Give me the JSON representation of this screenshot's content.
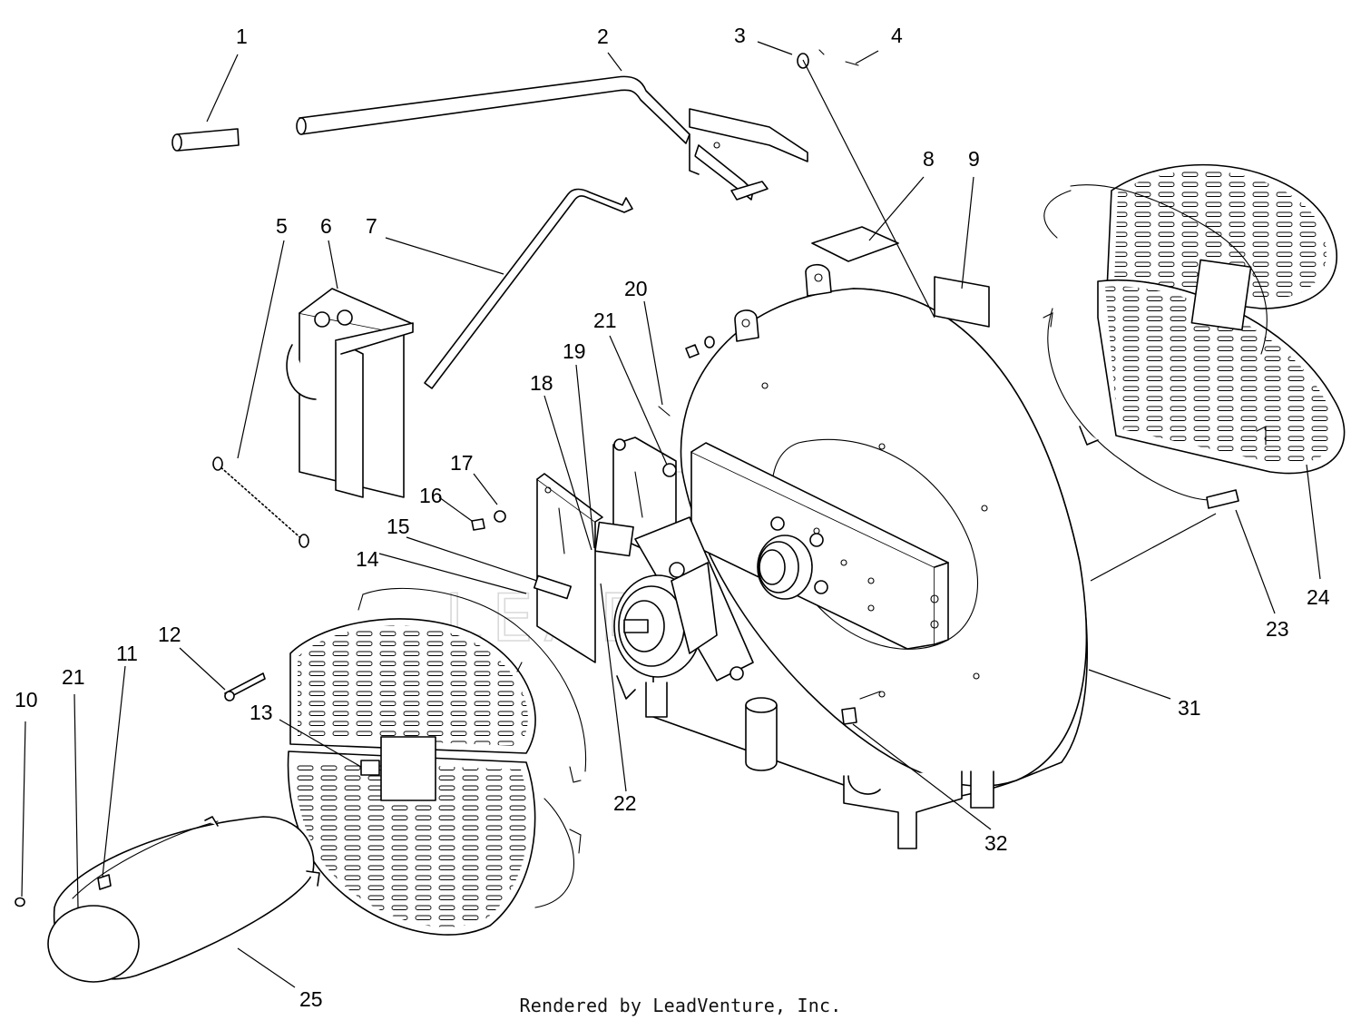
{
  "diagram": {
    "callouts": [
      "1",
      "2",
      "3",
      "4",
      "5",
      "6",
      "7",
      "8",
      "9",
      "10",
      "11",
      "12",
      "13",
      "14",
      "15",
      "16",
      "17",
      "18",
      "19",
      "20",
      "21",
      "21",
      "22",
      "23",
      "24",
      "25",
      "31",
      "32"
    ]
  },
  "watermark": "LEADVENTURE",
  "credit": "Rendered by LeadVenture, Inc.",
  "colors": {
    "line": "#000000",
    "background": "#ffffff",
    "watermark": "#d9d9d9"
  }
}
